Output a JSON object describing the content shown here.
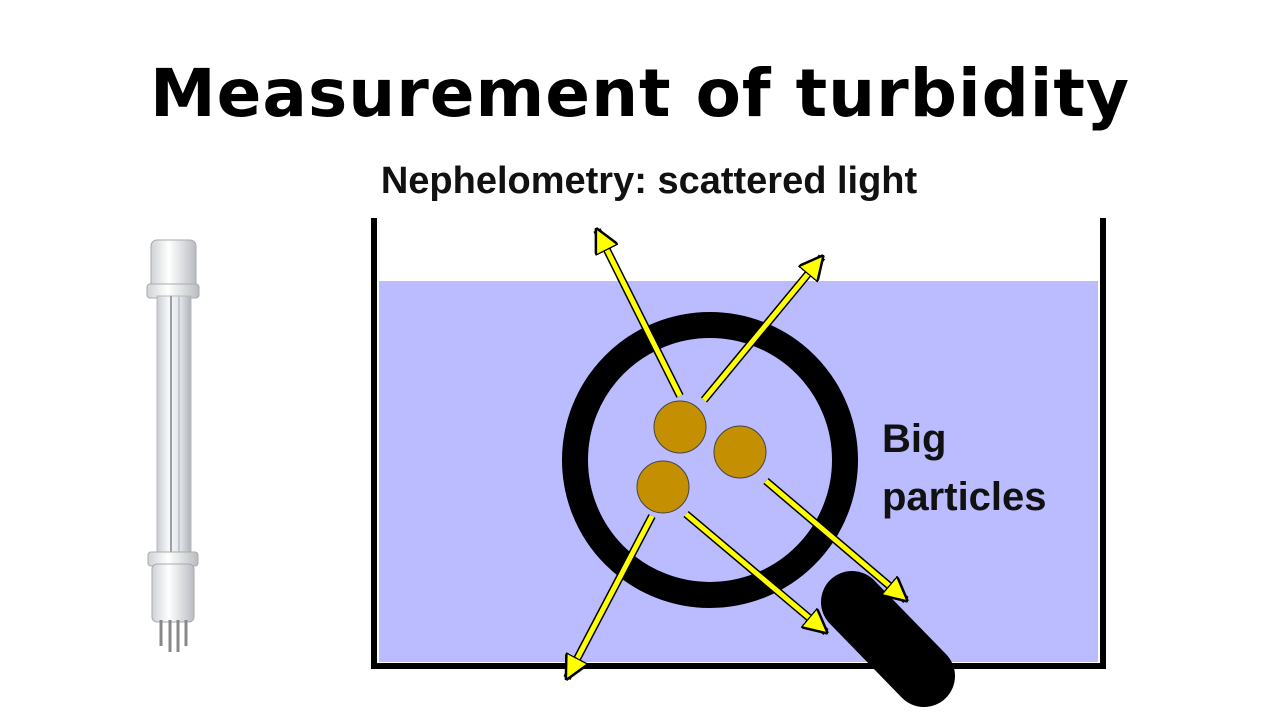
{
  "title": "Measurement of turbidity",
  "subtitle": "Nephelometry: scattered light",
  "label": {
    "line1": "Big",
    "line2": "particles"
  },
  "colors": {
    "liquid": "#bbbcff",
    "particle": "#c48f00",
    "arrow": "#ffff00",
    "outline": "#000000",
    "lamp_glass": "#e9ecef"
  },
  "icons": [
    "uv-lamp-icon",
    "magnifying-glass-icon"
  ]
}
